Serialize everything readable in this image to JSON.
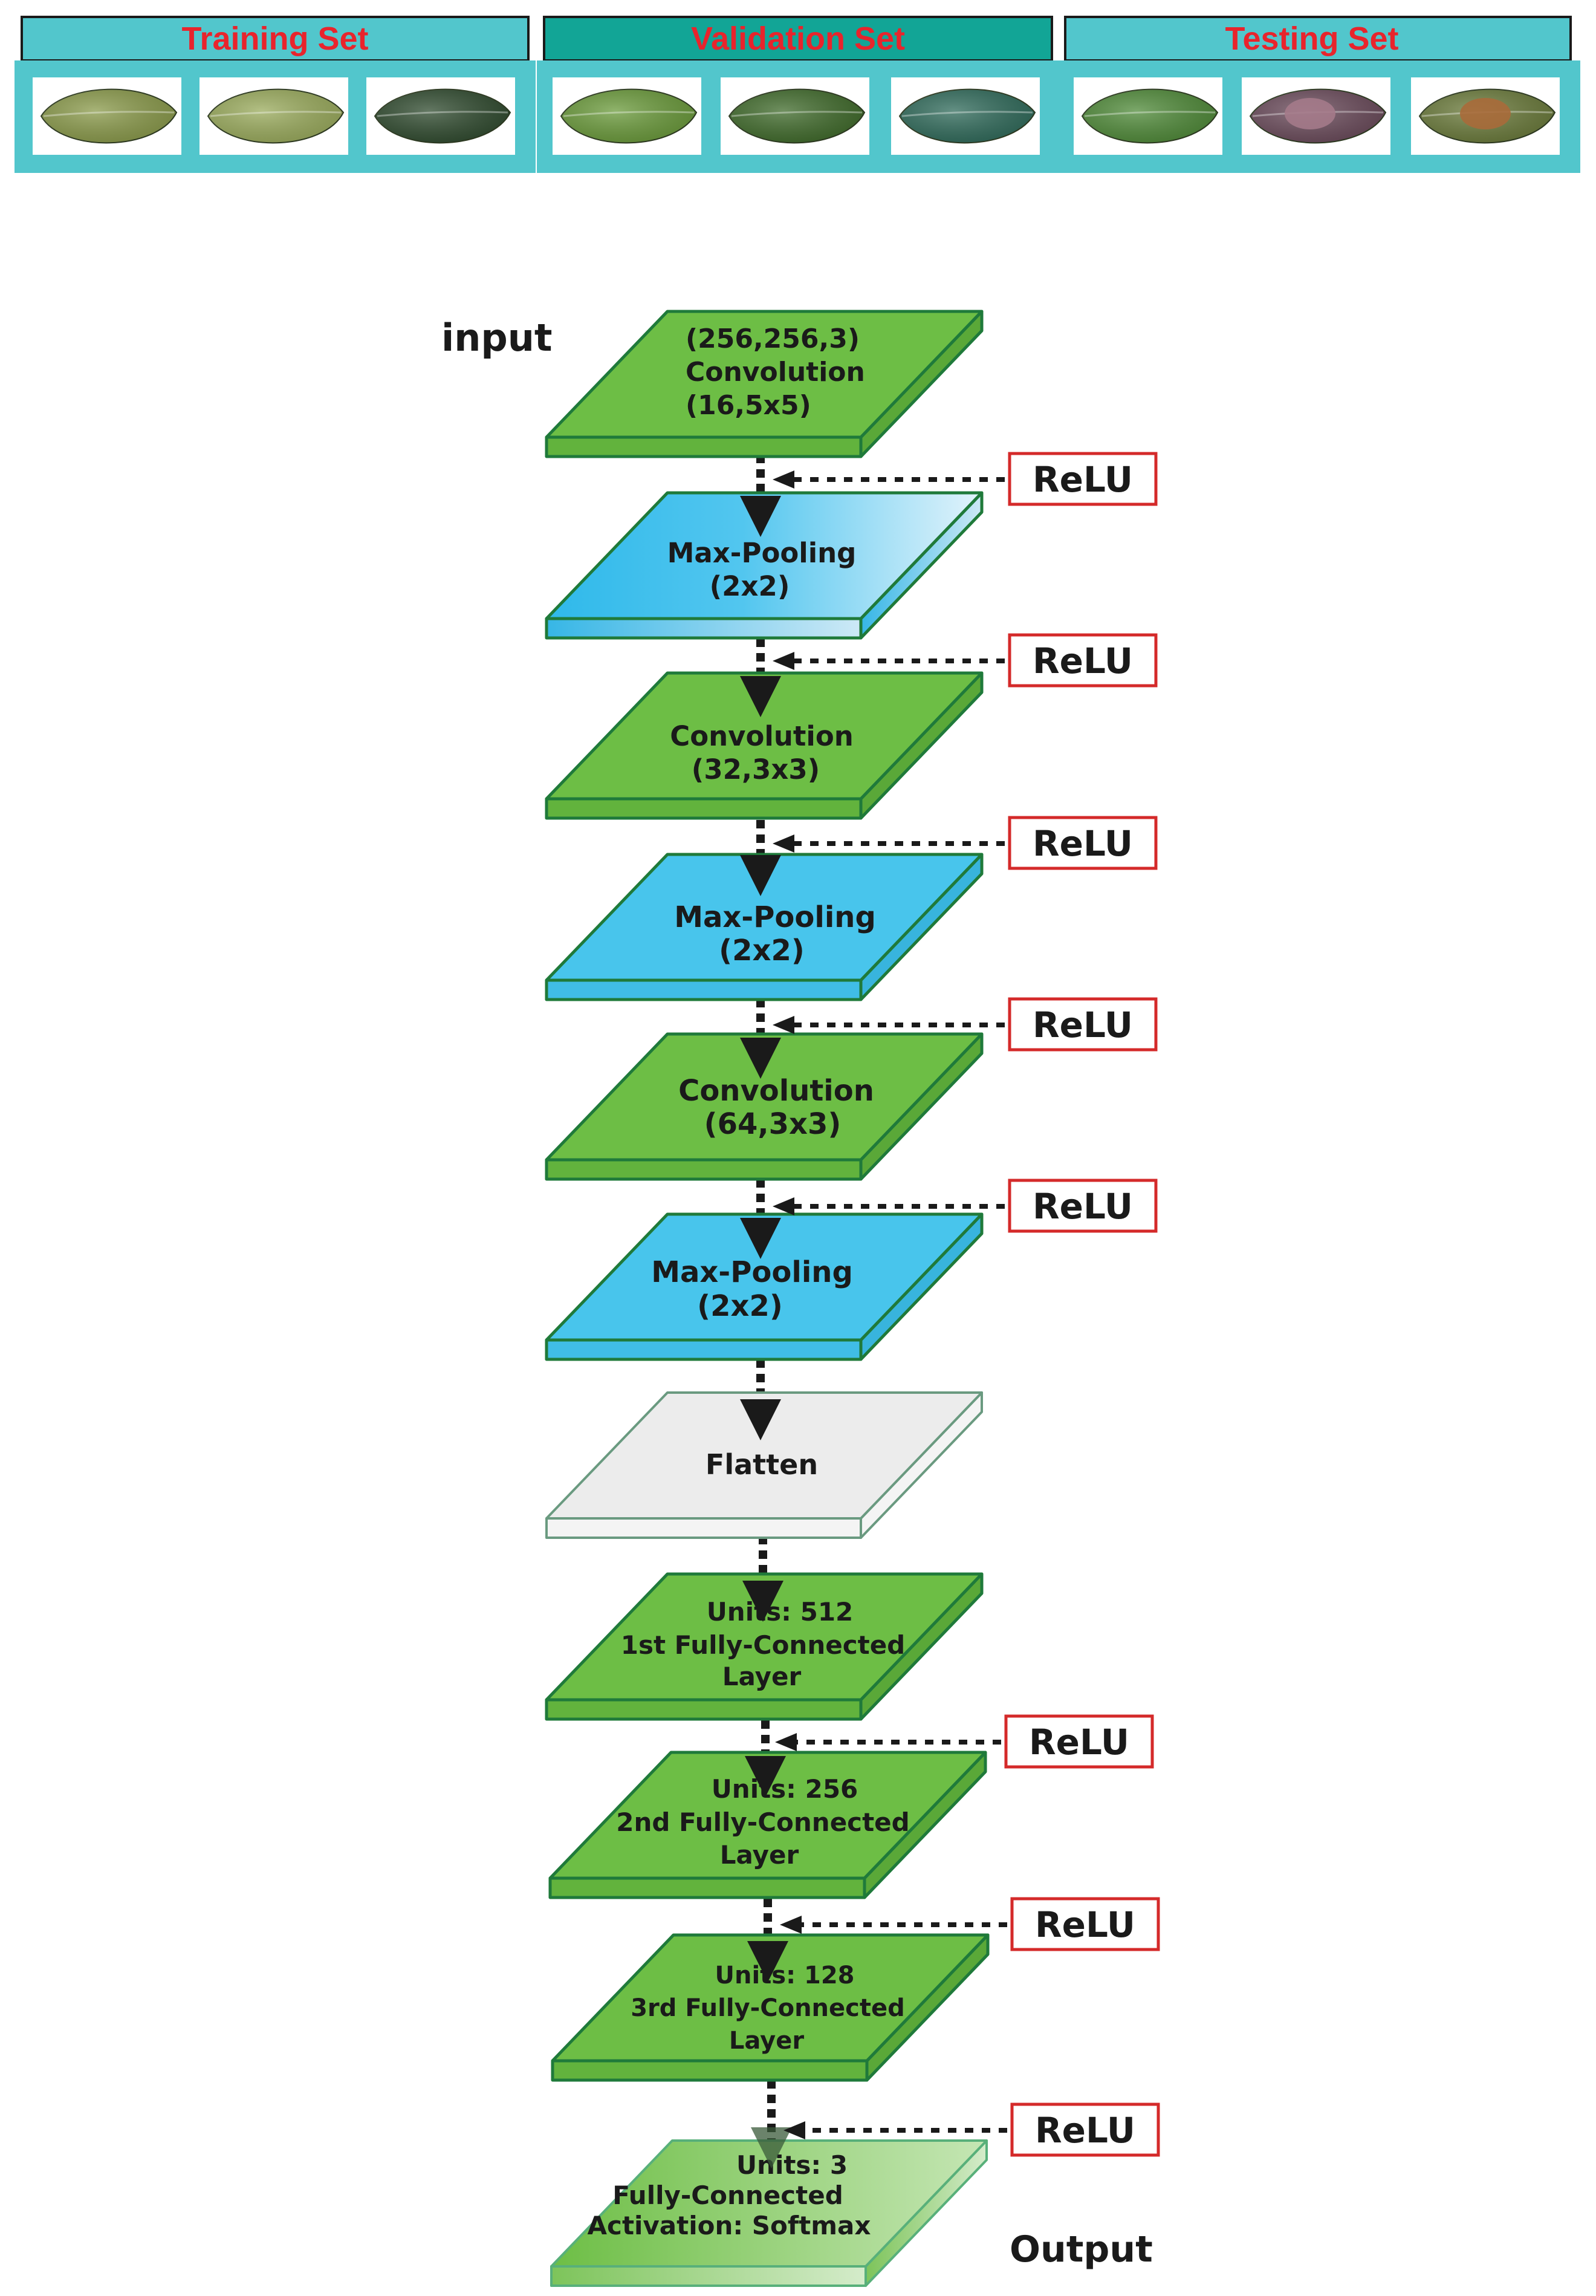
{
  "dataset": {
    "panels": [
      {
        "title": "Training Set",
        "leaf_colors": [
          "#8a9a4a",
          "#9aab5c",
          "#2f4a2e"
        ]
      },
      {
        "title": "Validation Set",
        "leaf_colors": [
          "#6a9a3a",
          "#3f6a2a",
          "#2f6a5a"
        ]
      },
      {
        "title": "Testing Set",
        "leaf_colors": [
          "#4f8a38",
          "#6a4a5a",
          "#6a7a3a"
        ]
      }
    ]
  },
  "labels": {
    "input": "input",
    "output": "Output",
    "relu": "ReLU"
  },
  "layers": [
    {
      "type": "conv",
      "lines": [
        "(256,256,3)",
        "Convolution",
        "(16,5x5)"
      ]
    },
    {
      "type": "pool-light",
      "lines": [
        "Max-Pooling",
        "(2x2)"
      ]
    },
    {
      "type": "conv",
      "lines": [
        "Convolution",
        "(32,3x3)"
      ]
    },
    {
      "type": "pool",
      "lines": [
        "Max-Pooling",
        "(2x2)"
      ]
    },
    {
      "type": "conv",
      "lines": [
        "Convolution",
        "(64,3x3)"
      ]
    },
    {
      "type": "pool",
      "lines": [
        "Max-Pooling",
        "(2x2)"
      ]
    },
    {
      "type": "flatten",
      "lines": [
        "Flatten"
      ]
    },
    {
      "type": "fc",
      "lines": [
        "Units: 512",
        "1st Fully-Connected",
        "Layer"
      ]
    },
    {
      "type": "fc",
      "lines": [
        "Units: 256",
        "2nd Fully-Connected",
        "Layer"
      ]
    },
    {
      "type": "fc",
      "lines": [
        "Units: 128",
        "3rd Fully-Connected",
        "Layer"
      ]
    },
    {
      "type": "fc-light",
      "lines": [
        "Units: 3",
        "Fully-Connected",
        "Activation: Softmax"
      ]
    }
  ],
  "colors": {
    "green": "#6dbe45",
    "green_edge": "#1f7a3a",
    "blue": "#48c5ec",
    "blue_edge": "#1f7a3a",
    "flatten": "#ececec",
    "flatten_edge": "#6a9a80",
    "panel": "#52c6cc",
    "panel_dark": "#12a596",
    "relu_border": "#d42a2a",
    "set_title": "#e8242c"
  }
}
